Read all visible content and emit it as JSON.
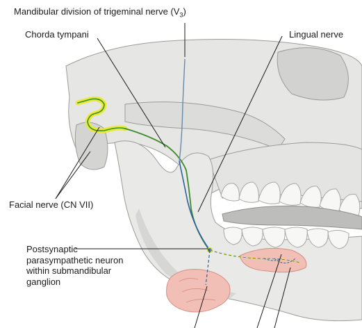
{
  "labels": {
    "mandibular_division": "Mandibular division of trigeminal nerve (V",
    "mandibular_division_subscript": "3",
    "mandibular_division_close": ")",
    "chorda_tympani": "Chorda tympani",
    "lingual_nerve": "Lingual nerve",
    "facial_nerve": "Facial nerve (CN VII)",
    "postsynaptic_line1": "Postsynaptic",
    "postsynaptic_line2": "parasympathetic neuron",
    "postsynaptic_line3": "within submandibular",
    "postsynaptic_line4": "ganglion"
  },
  "colors": {
    "bone": "#e6e6e4",
    "bone_shadow": "#c9c9c7",
    "bone_outline": "#9b9b99",
    "teeth": "#f7f7f5",
    "facial_nerve_highlight": "#e8ea3a",
    "nerve_green": "#3c8a2a",
    "nerve_blue": "#2f5f9e",
    "gland": "#f2bfb6",
    "gland_outline": "#d48f84",
    "leader_line": "#1a1a1a"
  }
}
